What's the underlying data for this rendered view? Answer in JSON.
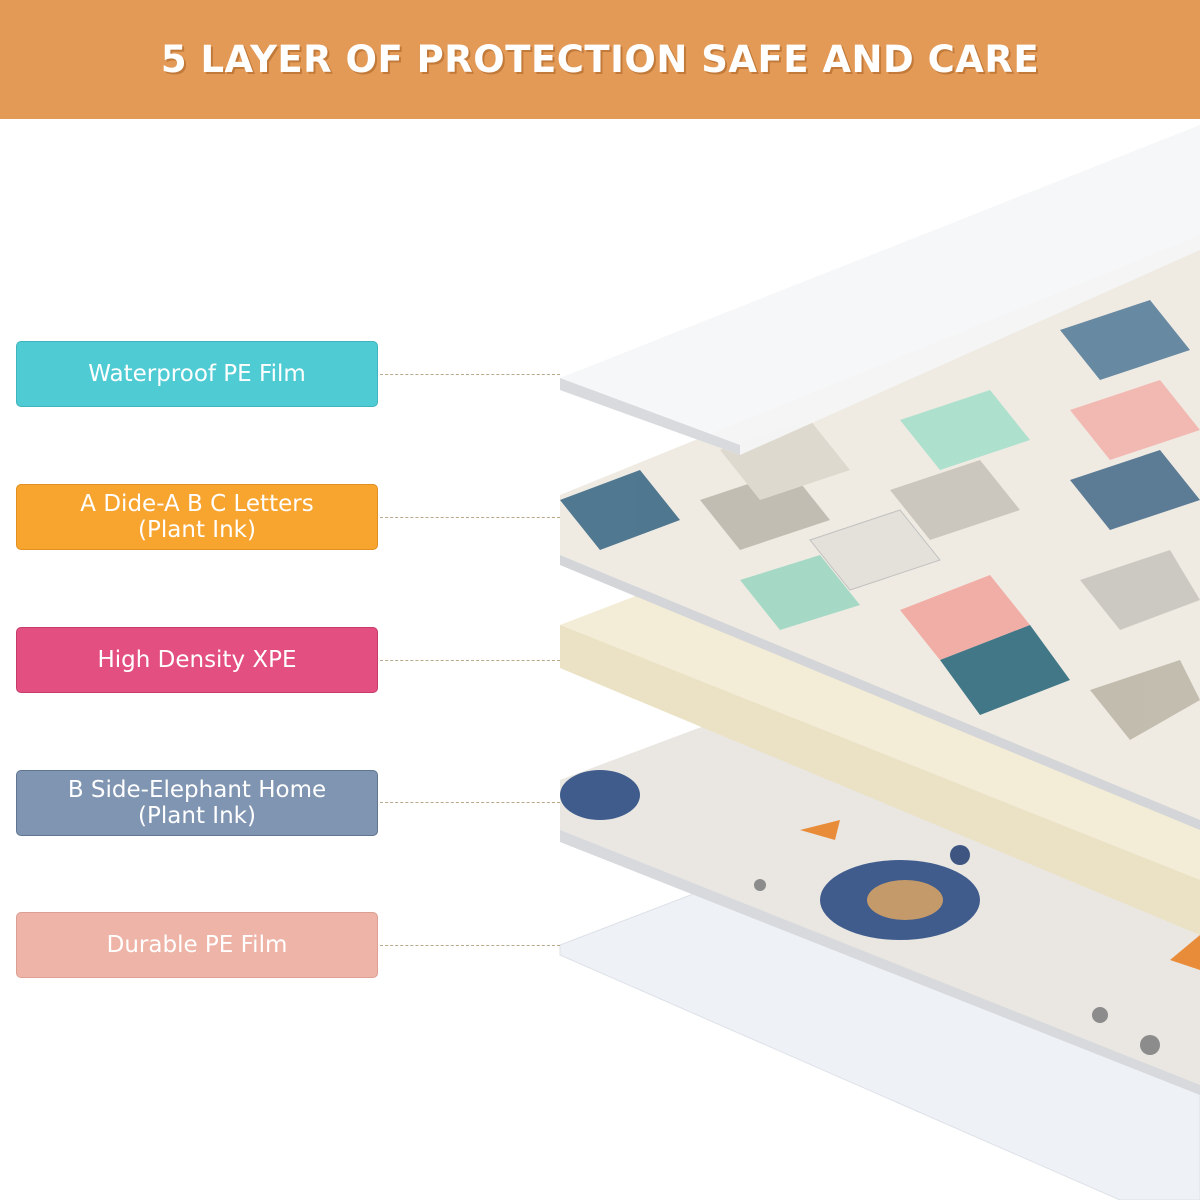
{
  "header": {
    "title": "5 LAYER OF PROTECTION  SAFE AND CARE",
    "background": "#e39a56"
  },
  "layers": [
    {
      "label": "Waterproof PE Film",
      "color": "#4fcbd3"
    },
    {
      "label": "A Dide-A B C Letters",
      "sublabel": "(Plant Ink)",
      "color": "#f8a530"
    },
    {
      "label": "High Density XPE",
      "color": "#e34f80"
    },
    {
      "label": "B Side-Elephant Home",
      "sublabel": "(Plant Ink)",
      "color": "#7f95b2"
    },
    {
      "label": "Durable PE Film",
      "color": "#eeb4a7"
    }
  ]
}
